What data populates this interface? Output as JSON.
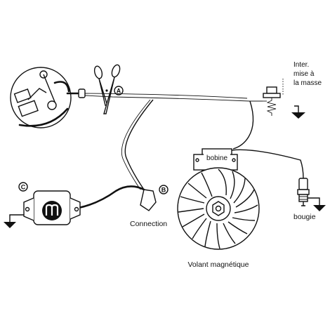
{
  "markers": {
    "a": "A",
    "b": "B",
    "c": "C"
  },
  "labels": {
    "inter_line1": "Inter.",
    "inter_line2": "mise à",
    "inter_line3": "la masse",
    "bobine": "bobine",
    "connection": "Connection",
    "bougie": "bougie",
    "volant": "Volant magnétique"
  },
  "icons": [
    "scissors-icon",
    "ground-icon",
    "spark-plug-icon",
    "switch-icon",
    "flywheel-icon",
    "module-icon",
    "points-icon"
  ]
}
